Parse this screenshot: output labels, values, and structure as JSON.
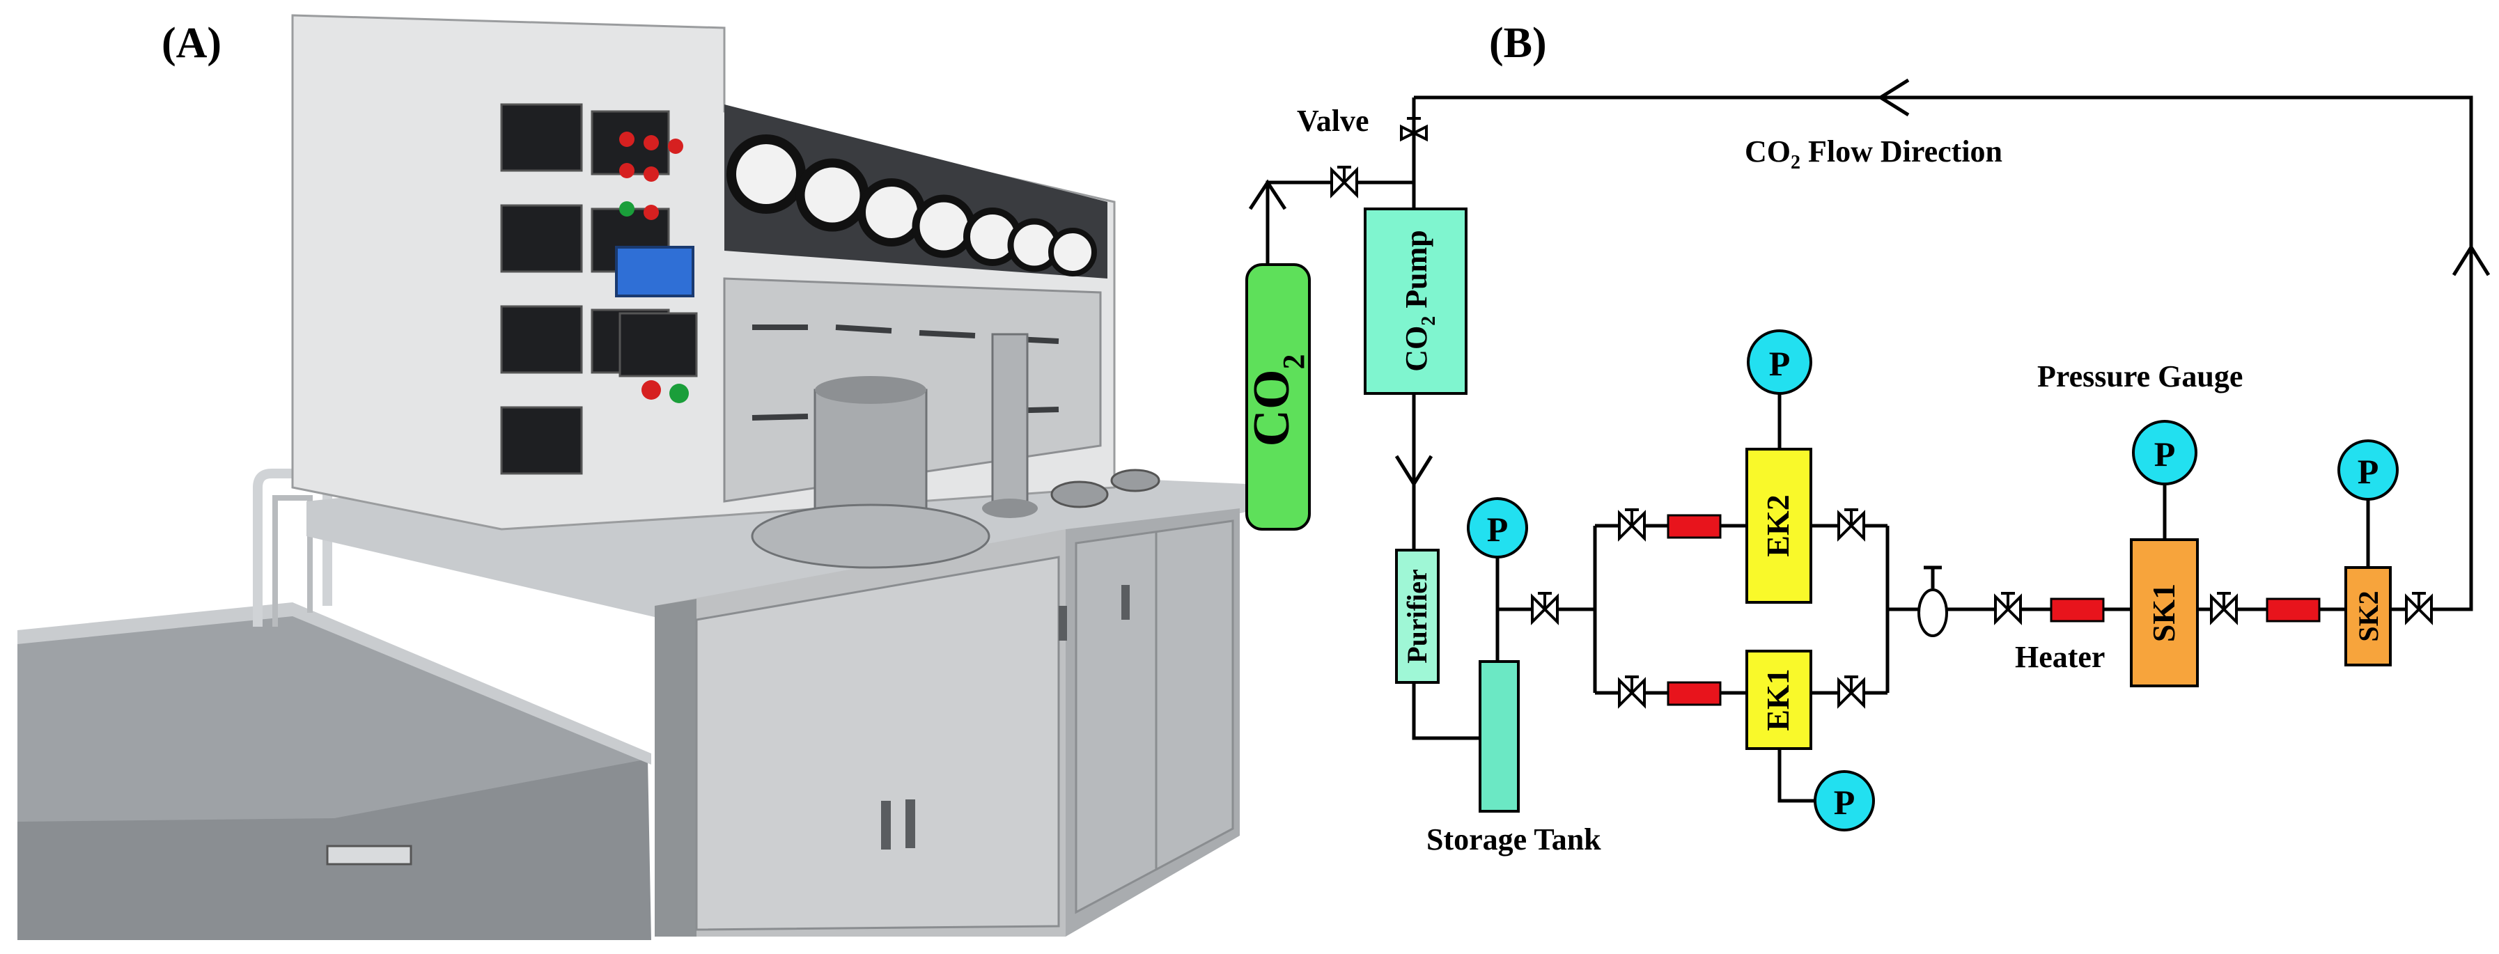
{
  "panels": {
    "a_label": "(A)",
    "b_label": "(B)"
  },
  "photo": {
    "subject": "supercritical CO2 extraction apparatus",
    "colors": {
      "steel": "#b9bcbf",
      "steel_dark": "#7d8185",
      "cabinet": "#c9cacb",
      "panel": "#e8e9ea",
      "display": "#1e1f22",
      "blue_display": "#2f6fd6"
    }
  },
  "diagram": {
    "valve_label": "Valve",
    "flow_label_prefix": "CO",
    "flow_label_sub": "2",
    "flow_label_suffix": " Flow Direction",
    "co2_cylinder_text": "CO",
    "co2_cylinder_sub": "2",
    "pump_text": "CO",
    "pump_sub": "2",
    "pump_suffix": " Pump",
    "purifier": "Purifier",
    "storage_tank": "Storage Tank",
    "ek2": "EK2",
    "ek1": "EK1",
    "sk1": "SK1",
    "sk2": "SK2",
    "heater": "Heater",
    "pressure_gauge": "Pressure Gauge",
    "gauge_letter": "P",
    "colors": {
      "co2_cylinder": "#5ee05a",
      "pump": "#7ff5cf",
      "purifier": "#9ff7d6",
      "storage": "#6be8c4",
      "ek": "#f9f92a",
      "sk": "#f7a43c",
      "heater": "#e8141c",
      "gauge": "#22e0f0"
    }
  }
}
